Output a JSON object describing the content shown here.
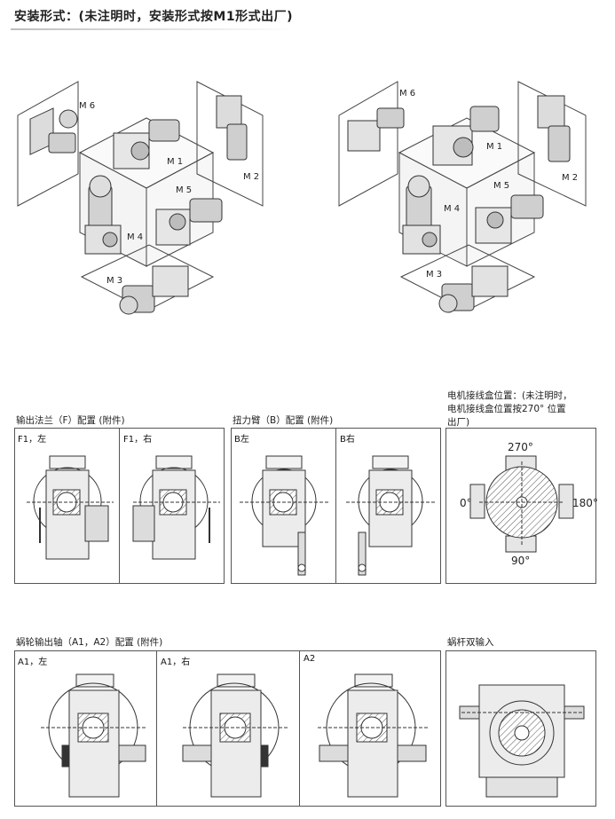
{
  "title": "安装形式：(未注明时，安装形式按M1形式出厂)",
  "positions_left": [
    "M 6",
    "M 1",
    "M 2",
    "M 5",
    "M 4",
    "M 3"
  ],
  "positions_right": [
    "M 6",
    "M 1",
    "M 2",
    "M 5",
    "M 4",
    "M 3"
  ],
  "sections": {
    "flange": {
      "caption": "输出法兰（F）配置 (附件)",
      "cells": [
        "F1，左",
        "F1，右"
      ]
    },
    "torque_arm": {
      "caption": "扭力臂（B）配置 (附件)",
      "cells": [
        "B左",
        "B右"
      ]
    },
    "terminal_box": {
      "caption_lines": [
        "电机接线盒位置：(未注明时，",
        "电机接线盒位置按270° 位置",
        "出厂)"
      ],
      "angles": {
        "top": "270°",
        "left": "0°",
        "right": "180°",
        "bottom": "90°"
      }
    },
    "worm_shaft": {
      "caption": "蜗轮输出轴（A1，A2）配置 (附件)",
      "cells": [
        "A1，左",
        "A1，右",
        "A2"
      ]
    },
    "double_input": {
      "caption": "蜗杆双输入"
    }
  }
}
